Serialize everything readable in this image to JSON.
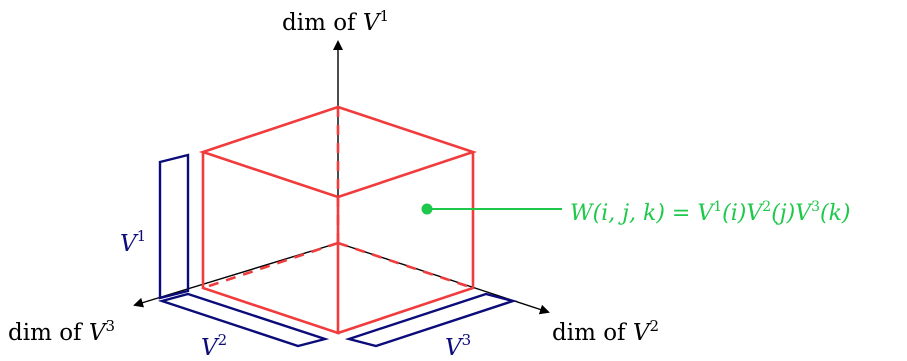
{
  "axes": {
    "vertical": {
      "text": "dim of ",
      "symbol": "V",
      "sup": "1"
    },
    "right": {
      "text": "dim of ",
      "symbol": "V",
      "sup": "2"
    },
    "left": {
      "text": "dim of ",
      "symbol": "V",
      "sup": "3"
    }
  },
  "vectors": {
    "v1": {
      "symbol": "V",
      "sup": "1"
    },
    "v2": {
      "symbol": "V",
      "sup": "2"
    },
    "v3": {
      "symbol": "V",
      "sup": "3"
    }
  },
  "formula": {
    "lhs": "W(i, j, k) = ",
    "v1": {
      "symbol": "V",
      "sup": "1",
      "arg": "(i)"
    },
    "v2": {
      "symbol": "V",
      "sup": "2",
      "arg": "(j)"
    },
    "v3": {
      "symbol": "V",
      "sup": "3",
      "arg": "(k)"
    }
  },
  "colors": {
    "cube": "#f03c3c",
    "vectors": "#0b0b7a",
    "formula": "#1ec84a",
    "axes": "#000000",
    "background": "#ffffff"
  }
}
